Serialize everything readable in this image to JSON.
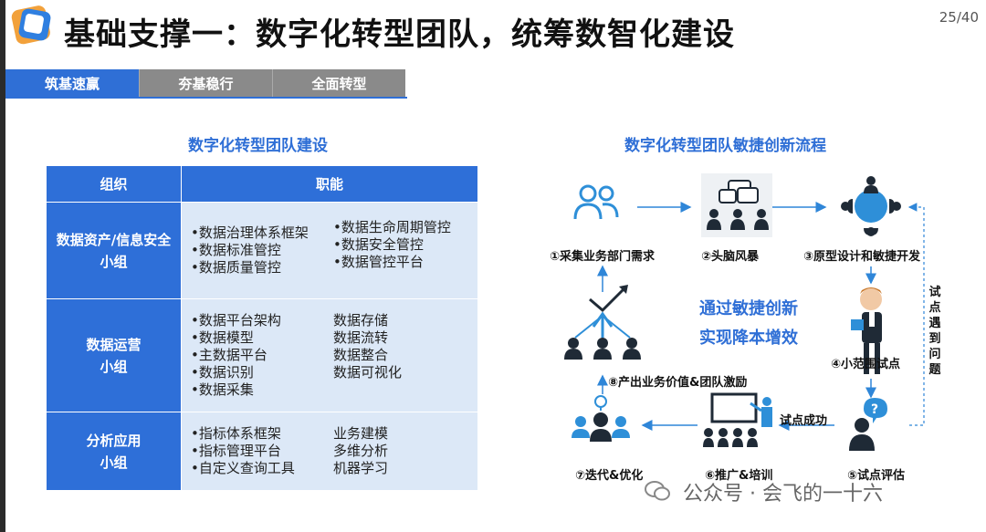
{
  "header": {
    "title": "基础支撑一：数字化转型团队，统筹数智化建设",
    "page": "25/40"
  },
  "tabs": [
    {
      "label": "筑基速赢",
      "active": true
    },
    {
      "label": "夯基稳行",
      "active": false
    },
    {
      "label": "全面转型",
      "active": false
    }
  ],
  "left": {
    "title": "数字化转型团队建设",
    "table": {
      "headers": [
        "组织",
        "职能"
      ],
      "rows": [
        {
          "org_line1": "数据资产/信息安全",
          "org_line2": "小组",
          "col1": [
            "•数据治理体系框架",
            "•数据标准管控",
            "•数据质量管控"
          ],
          "col2": [
            "•数据生命周期管控",
            "•数据安全管控",
            "•数据管控平台"
          ]
        },
        {
          "org_line1": "数据运营",
          "org_line2": "小组",
          "col1": [
            "•数据平台架构",
            "•数据模型",
            "•主数据平台",
            "•数据识别",
            "•数据采集"
          ],
          "col2": [
            "数据存储",
            "数据流转",
            "数据整合",
            "数据可视化"
          ]
        },
        {
          "org_line1": "分析应用",
          "org_line2": "小组",
          "col1": [
            "•指标体系框架",
            "•指标管理平台",
            "•自定义查询工具"
          ],
          "col2": [
            "业务建模",
            "多维分析",
            "机器学习"
          ]
        }
      ]
    }
  },
  "right": {
    "title": "数字化转型团队敏捷创新流程",
    "center_line1": "通过敏捷创新",
    "center_line2": "实现降本增效",
    "steps": [
      "①采集业务部门需求",
      "②头脑风暴",
      "③原型设计和敏捷开发",
      "④小范围试点",
      "⑤试点评估",
      "⑥推广&培训",
      "⑦迭代&优化",
      "⑧产出业务价值&团队激励"
    ],
    "side_label": "试点遇到问题",
    "success_label": "试点成功"
  },
  "watermark": "公众号 · 会飞的一十六",
  "colors": {
    "accent": "#2f6fd6",
    "table_header": "#2e6fd8",
    "table_body": "#dce8f7",
    "tab_inactive": "#8a8a8a",
    "icon_dark": "#1f2a36",
    "icon_blue": "#2e8fd8"
  }
}
